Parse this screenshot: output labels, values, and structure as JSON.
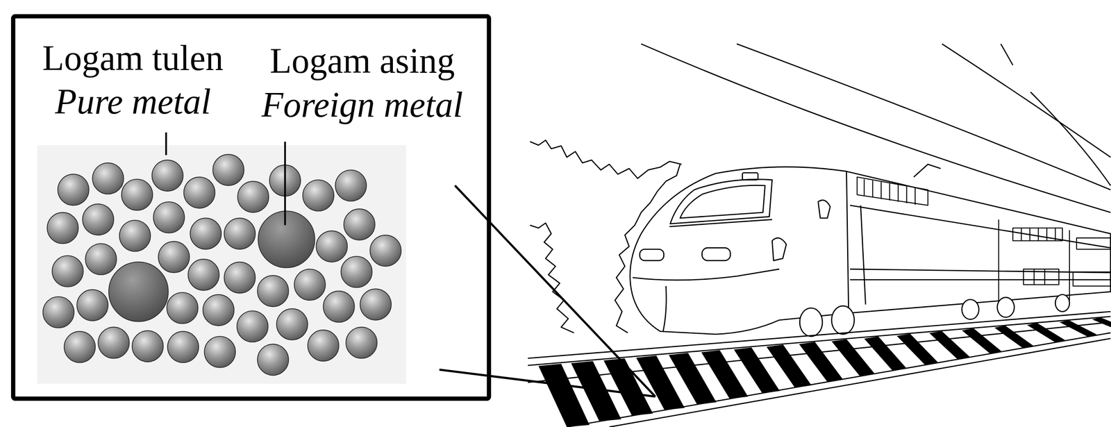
{
  "diagram": {
    "labels": [
      "Logam tulen",
      "Pure metal",
      "Logam asing",
      "Foreign metal"
    ]
  }
}
